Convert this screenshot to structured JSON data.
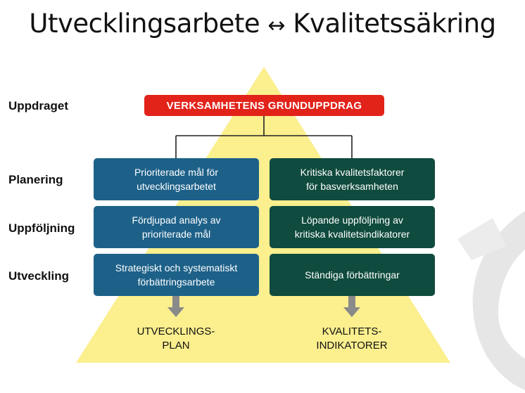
{
  "title": {
    "left": "Utvecklingsarbete",
    "arrow": "↔",
    "right": "Kvalitetssäkring"
  },
  "row_labels": {
    "uppdraget": "Uppdraget",
    "planering": "Planering",
    "uppfoljning": "Uppföljning",
    "utveckling": "Utveckling"
  },
  "top_box": "VERKSAMHETENS GRUNDUPPDRAG",
  "left_column": {
    "planering": "Prioriterade mål för\nutvecklingsarbetet",
    "uppfoljning": "Fördjupad analys av\nprioriterade mål",
    "utveckling": "Strategiskt och systematiskt\nförbättringsarbete",
    "outcome": "UTVECKLINGS-\nPLAN"
  },
  "right_column": {
    "planering": "Kritiska kvalitetsfaktorer\nför basverksamheten",
    "uppfoljning": "Löpande uppföljning av\nkritiska kvalitetsindikatorer",
    "utveckling": "Ständiga förbättringar",
    "outcome": "KVALITETS-\nINDIKATORER"
  },
  "colors": {
    "pyramid": "#fbef8e",
    "top_box": "#e2231a",
    "left_boxes": "#1d6189",
    "right_boxes": "#0f4b3e",
    "arrows": "#8a8a8a",
    "watermark": "#e6e6e6"
  },
  "icons": {
    "watermark": "grey-emblem-icon"
  }
}
